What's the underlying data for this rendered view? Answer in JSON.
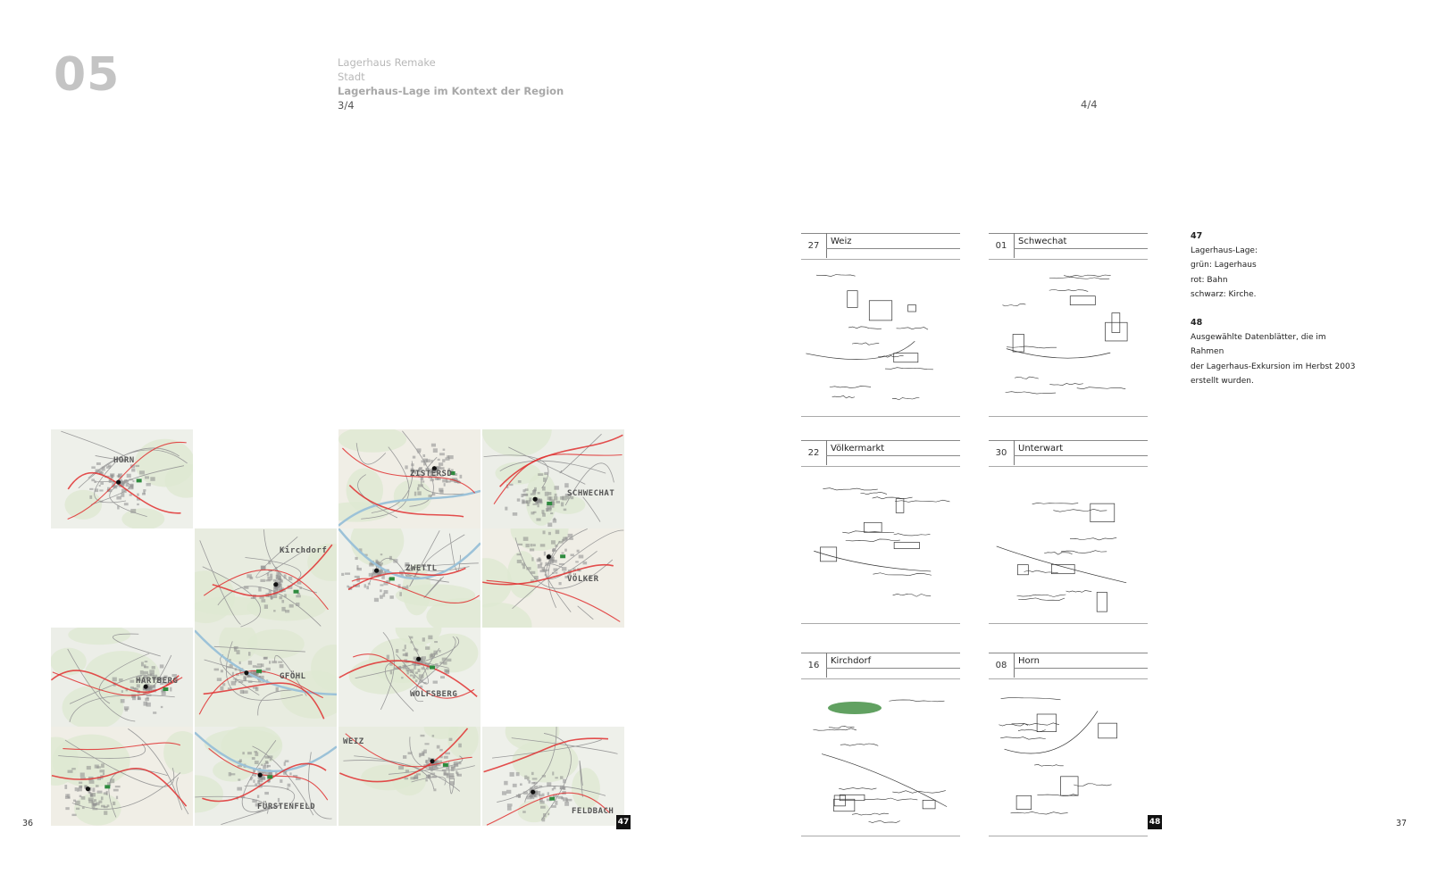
{
  "header": {
    "chapter": "05",
    "line1": "Lagerhaus Remake",
    "line2": "Stadt",
    "line3": "Lagerhaus-Lage im Kontext der Region",
    "left_part": "3/4",
    "right_part": "4/4"
  },
  "mosaic": {
    "badge": "47",
    "tiles": [
      {
        "label": "HORN"
      },
      {
        "label": "ZISTERSD"
      },
      {
        "label": "SCHWECHAT"
      },
      {
        "label": "Kirchdorf"
      },
      {
        "label": "ZWETTL"
      },
      {
        "label": "VÖLKER"
      },
      {
        "label": "HARTBERG"
      },
      {
        "label": "GFÖHL"
      },
      {
        "label": "WOLFSBERG"
      },
      {
        "label": ""
      },
      {
        "label": "FÜRSTENFELD"
      },
      {
        "label": "WEIZ"
      },
      {
        "label": "FELDBACH"
      }
    ]
  },
  "sheets": {
    "badge": "48",
    "items": [
      {
        "number": "27",
        "place": "Weiz"
      },
      {
        "number": "01",
        "place": "Schwechat"
      },
      {
        "number": "22",
        "place": "Völkermarkt"
      },
      {
        "number": "30",
        "place": "Unterwart"
      },
      {
        "number": "16",
        "place": "Kirchdorf"
      },
      {
        "number": "08",
        "place": "Horn"
      }
    ]
  },
  "captions": {
    "c47_num": "47",
    "c47_lines": [
      "Lagerhaus-Lage:",
      "grün: Lagerhaus",
      "rot: Bahn",
      "schwarz: Kirche."
    ],
    "c48_num": "48",
    "c48_lines": [
      "Ausgewählte Datenblätter, die im Rahmen",
      "der Lagerhaus-Exkursion im Herbst 2003",
      "erstellt wurden."
    ]
  },
  "page_numbers": {
    "left": "36",
    "right": "37"
  },
  "colors": {
    "rail": "#e03030",
    "warehouse": "#2e8b3e",
    "church": "#111111",
    "chapter": "#c4c4c4"
  }
}
